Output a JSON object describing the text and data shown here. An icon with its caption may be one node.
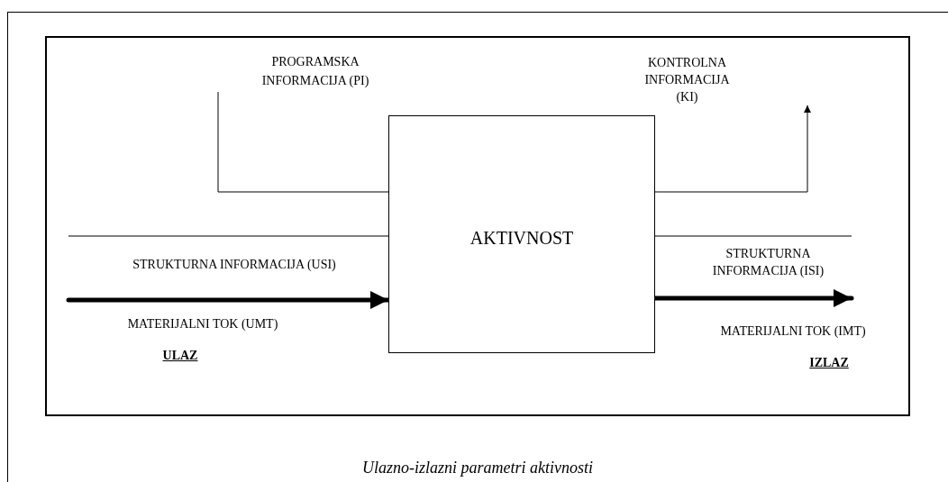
{
  "diagram": {
    "caption": "Ulazno-izlazni parametri aktivnosti",
    "nodes": [
      {
        "text": [
          "AKTIVNOST"
        ]
      },
      {
        "text": [
          "PROGRAMSKA INFORMACIJA (PI)"
        ]
      }
    ],
    "edges": [
      {
        "from": 1,
        "to": 0,
        "arrow": "none"
      },
      {
        "from": null,
        "to": 0,
        "arrow": "none"
      },
      {
        "from": null,
        "to": 0,
        "arrow": "to",
        "style": "thick"
      },
      {
        "from": 0,
        "to": null,
        "arrow": "to"
      },
      {
        "from": 0,
        "to": null,
        "arrow": "none"
      },
      {
        "from": 0,
        "to": null,
        "arrow": "to",
        "style": "thick"
      }
    ],
    "labels": [
      "KONTROLNA INFORMACIJA (KI)",
      "STRUKTURNA INFORMACIJA (USI)",
      "MATERIJALNI TOK (UMT)",
      "ULAZ",
      "STRUKTURNA INFORMACIJA (ISI)",
      "MATERIJALNI TOK (IMT)",
      "IZLAZ"
    ]
  }
}
